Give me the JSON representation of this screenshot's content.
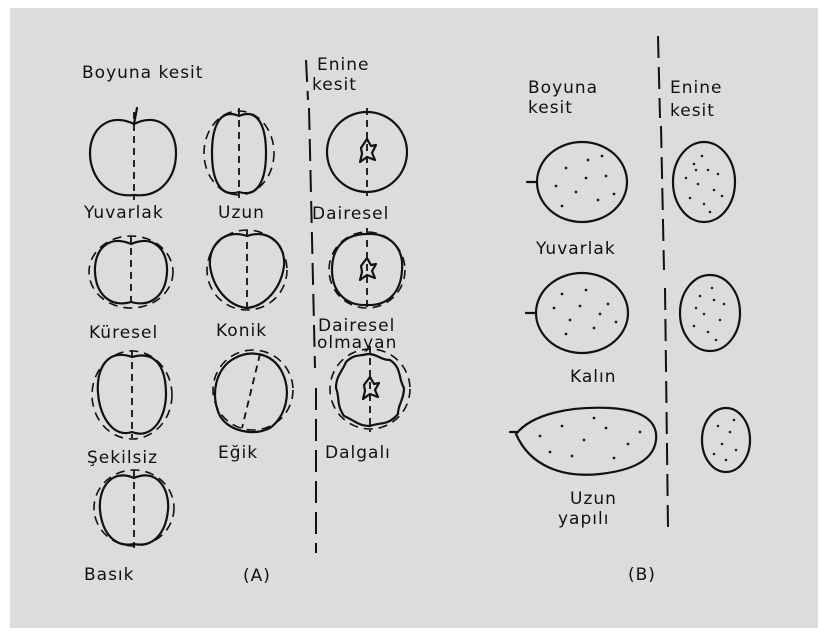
{
  "panel_a": {
    "header_longitudinal": "Boyuna kesit",
    "header_cross_1": "Enine",
    "header_cross_2": "kesit",
    "shapes": {
      "round": "Yuvarlak",
      "long": "Uzun",
      "globular": "Küresel",
      "conical": "Konik",
      "irregular": "Şekilsiz",
      "oblique": "Eğik",
      "flat": "Basık"
    },
    "cross_sections": {
      "circular": "Dairesel",
      "non_circular_1": "Dairesel",
      "non_circular_2": "olmayan",
      "wavy": "Dalgalı"
    },
    "panel_label": "(A)"
  },
  "panel_b": {
    "header_longitudinal_1": "Boyuna",
    "header_longitudinal_2": "kesit",
    "header_cross_1": "Enine",
    "header_cross_2": "kesit",
    "shapes": {
      "round": "Yuvarlak",
      "thick": "Kalın",
      "long_1": "Uzun",
      "long_2": "yapılı"
    },
    "panel_label": "(B)"
  }
}
